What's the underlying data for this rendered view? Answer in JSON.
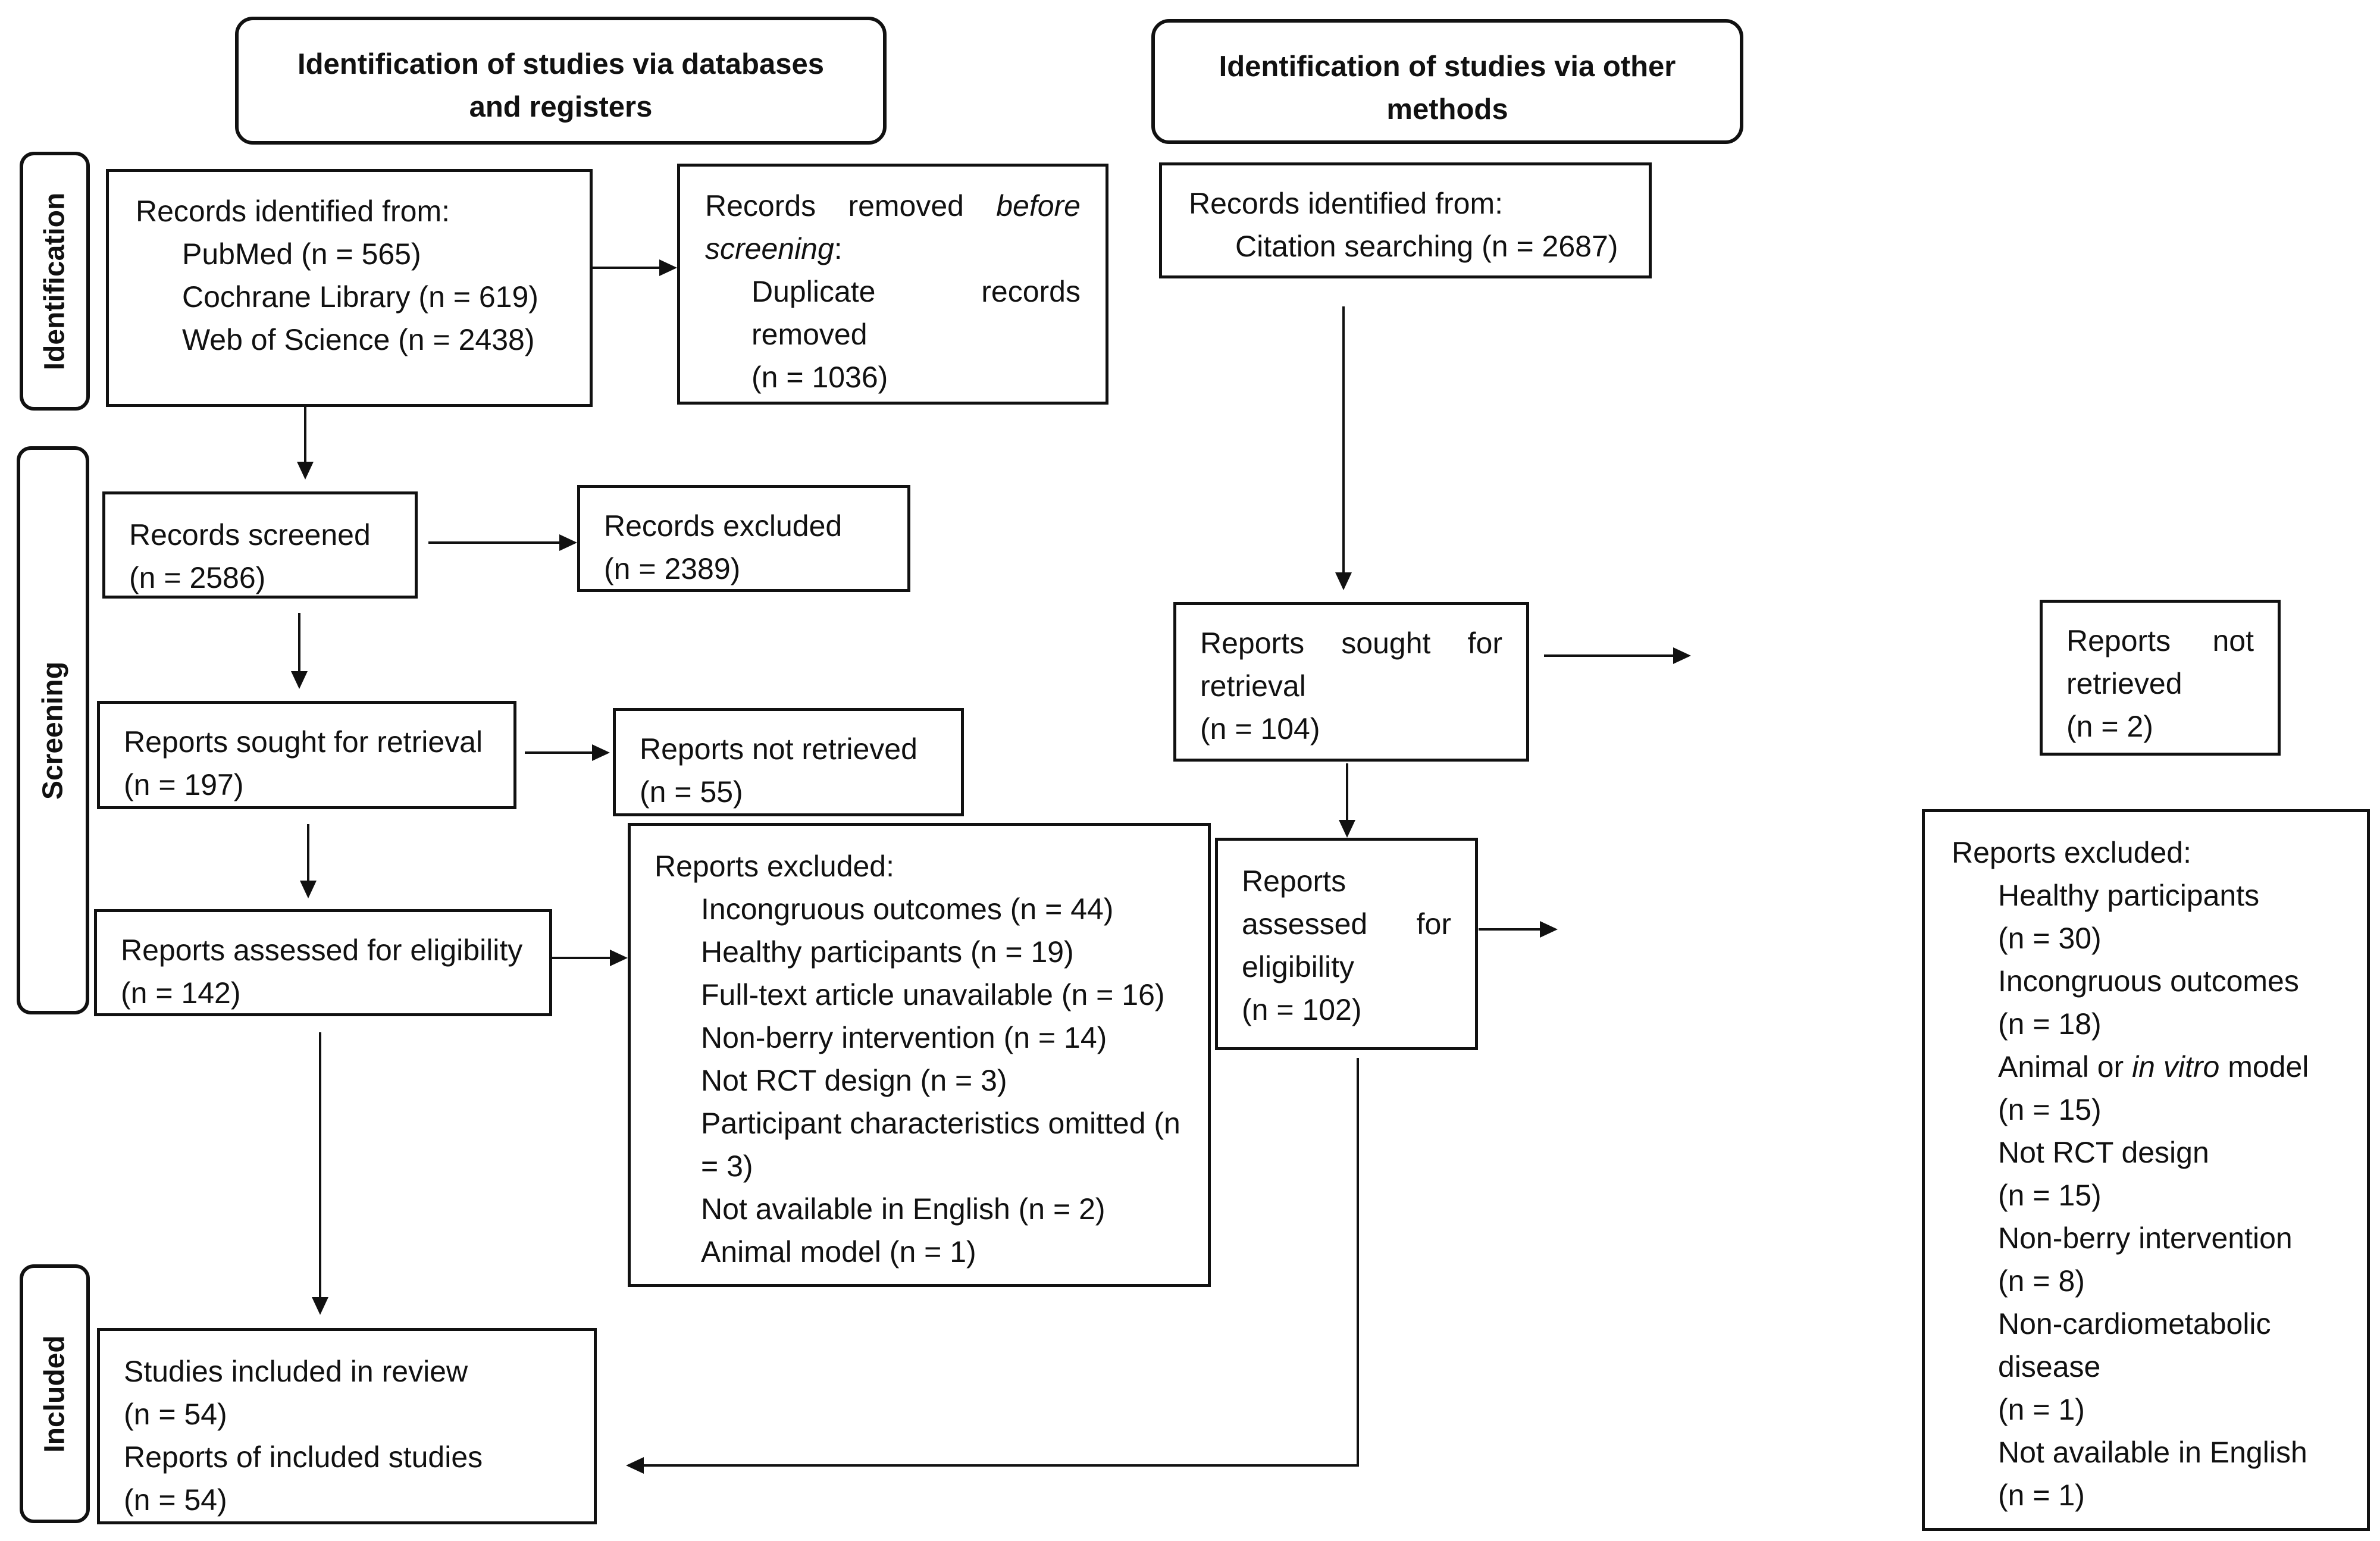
{
  "headers": {
    "databases": [
      "Identification of studies via databases",
      "and registers"
    ],
    "other": [
      "Identification of studies via other",
      "methods"
    ]
  },
  "stages": {
    "identification": "Identification",
    "screening": "Screening",
    "included": "Included"
  },
  "left": {
    "records_identified": {
      "title": "Records identified from:",
      "pubmed": "PubMed (n = 565)",
      "cochrane": "Cochrane Library (n = 619)",
      "wos": "Web of Science (n = 2438)"
    },
    "records_removed": {
      "w1": "Records",
      "w2": "removed",
      "w3_italic": "before",
      "line2_italic": "screening",
      "line2_suffix": ":",
      "dup_w1": "Duplicate",
      "dup_w2": "records",
      "removed": "removed",
      "n": "(n = 1036)"
    },
    "records_screened": {
      "label": "Records screened",
      "n": "(n = 2586)"
    },
    "records_excluded": {
      "label": "Records excluded",
      "n": "(n = 2389)"
    },
    "reports_sought": {
      "label": "Reports sought for retrieval",
      "n": "(n = 197)"
    },
    "reports_not_retrieved": {
      "label": "Reports not retrieved",
      "n": "(n = 55)"
    },
    "reports_assessed": {
      "label": "Reports assessed for eligibility",
      "n": "(n = 142)"
    },
    "reports_excluded": {
      "title": "Reports excluded:",
      "items": [
        "Incongruous outcomes (n = 44)",
        "Healthy participants (n = 19)",
        "Full-text article unavailable (n = 16)",
        "Non-berry intervention (n = 14)",
        "Not RCT design (n = 3)",
        "Participant characteristics omitted (n",
        "= 3)",
        "Not available in English (n = 2)",
        "Animal model (n = 1)"
      ]
    },
    "included": {
      "studies": "Studies included in review",
      "studies_n": "(n = 54)",
      "reports": "Reports of included studies",
      "reports_n": "(n = 54)"
    }
  },
  "right": {
    "records_identified": {
      "title": "Records identified from:",
      "citation": "Citation searching (n = 2687)"
    },
    "reports_sought": {
      "w1": "Reports",
      "w2": "sought",
      "w3": "for",
      "line2": "retrieval",
      "n": "(n = 104)"
    },
    "reports_not_retrieved": {
      "w1": "Reports",
      "w2": "not",
      "line2": "retrieved",
      "n": "(n = 2)"
    },
    "reports_assessed": {
      "w1": "Reports",
      "w2": "assessed",
      "w3": "for",
      "line3": "eligibility",
      "n": "(n = 102)"
    },
    "reports_excluded": {
      "title": "Reports excluded:",
      "healthy": "Healthy participants",
      "healthy_n": "(n = 30)",
      "incongruous": "Incongruous outcomes",
      "incongruous_n": "(n = 18)",
      "animal_prefix": "Animal or ",
      "animal_italic": "in vitro",
      "animal_suffix": " model",
      "animal_n": "(n = 15)",
      "rct": "Not RCT design",
      "rct_n": "(n = 15)",
      "nonberry": "Non-berry intervention",
      "nonberry_n": "(n = 8)",
      "noncardio": "Non-cardiometabolic",
      "disease": "disease",
      "noncardio_n": "(n = 1)",
      "english": "Not available in English",
      "english_n": "(n = 1)"
    }
  }
}
